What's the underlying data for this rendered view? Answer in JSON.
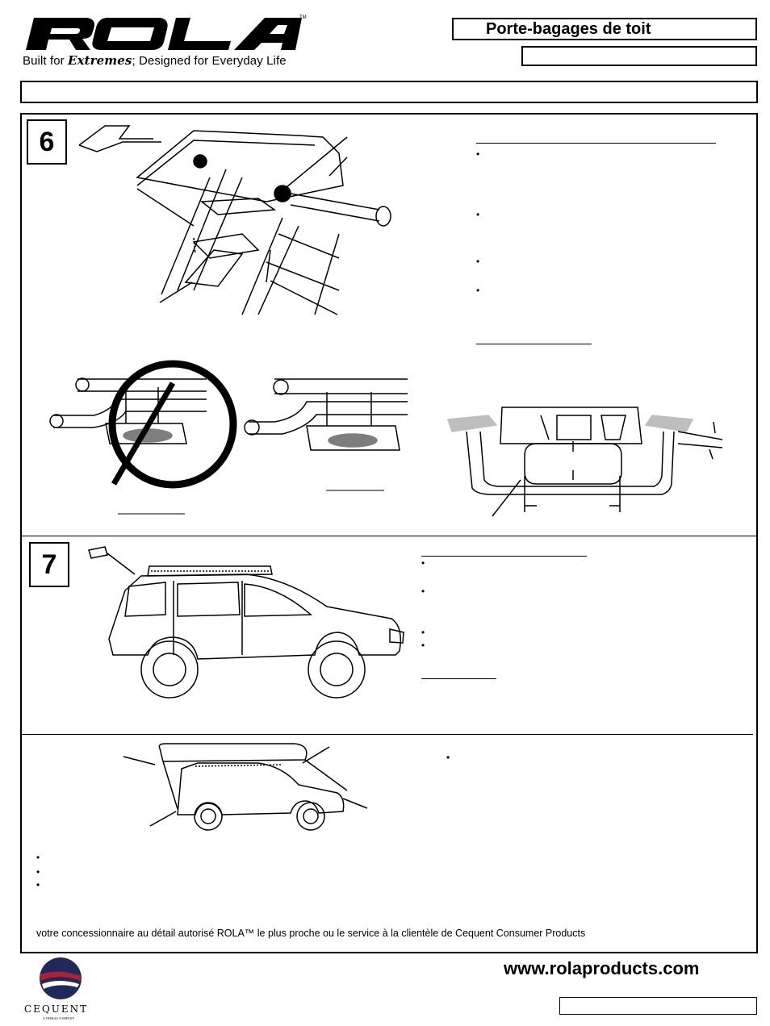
{
  "header": {
    "brand": "ROLA",
    "tagline_prefix": "Built for ",
    "tagline_ext": "Extremes",
    "tagline_suffix": "; Designed for Everyday Life",
    "title": "Porte-bagages de toit"
  },
  "steps": {
    "step6": "6",
    "step7": "7"
  },
  "bullets": {
    "glyph": "•"
  },
  "footer": {
    "notice": "votre concessionnaire au détail autorisé ROLA™ le plus proche ou le service à la clientèle de Cequent Consumer Products",
    "url": "www.rolaproducts.com",
    "company": "CEQUENT",
    "company_sub": "A TRIMAS COMPANY"
  },
  "colors": {
    "ink": "#000000",
    "logo_red": "#b0202e",
    "logo_navy": "#1f2a5c"
  }
}
